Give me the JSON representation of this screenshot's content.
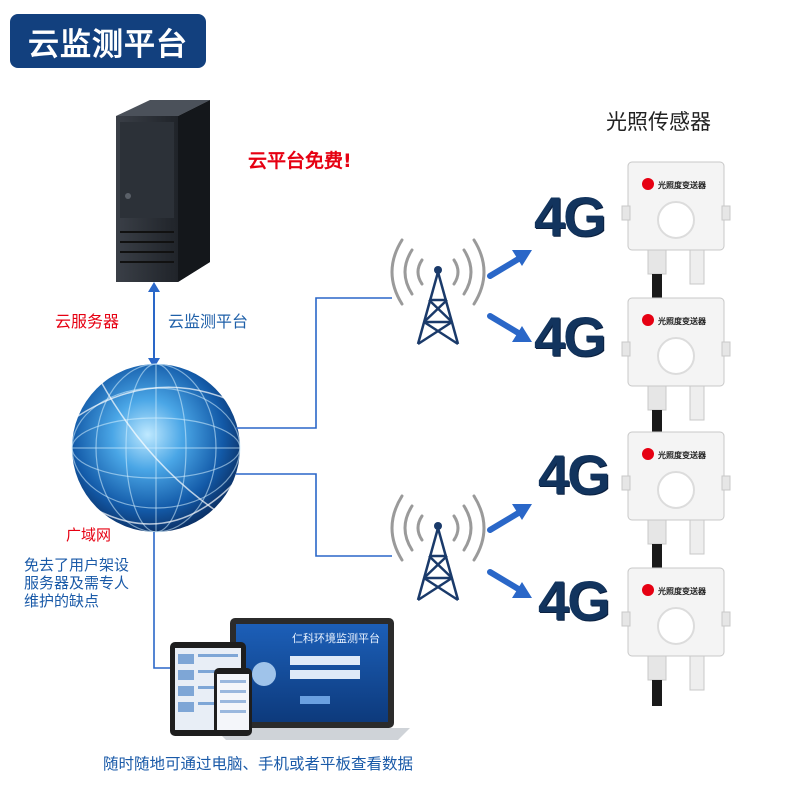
{
  "title": "云监测平台",
  "sensors_heading": "光照传感器",
  "cloud_free": "云平台免费!",
  "server_label": "云服务器",
  "platform_label": "云监测平台",
  "wan_label": "广域网",
  "note_lines": [
    "免去了用户架设",
    "服务器及需专人",
    "维护的缺点"
  ],
  "network_labels": [
    "4G",
    "4G",
    "4G",
    "4G"
  ],
  "sensor_device_label": "光照度变送器",
  "laptop_screen_title": "仁科环境监测平台",
  "caption": "随时随地可通过电脑、手机或者平板查看数据",
  "colors": {
    "badge": "#12407e",
    "accent_red": "#e60012",
    "line_blue": "#2a67c8",
    "text_blue": "#1a5aa8"
  }
}
